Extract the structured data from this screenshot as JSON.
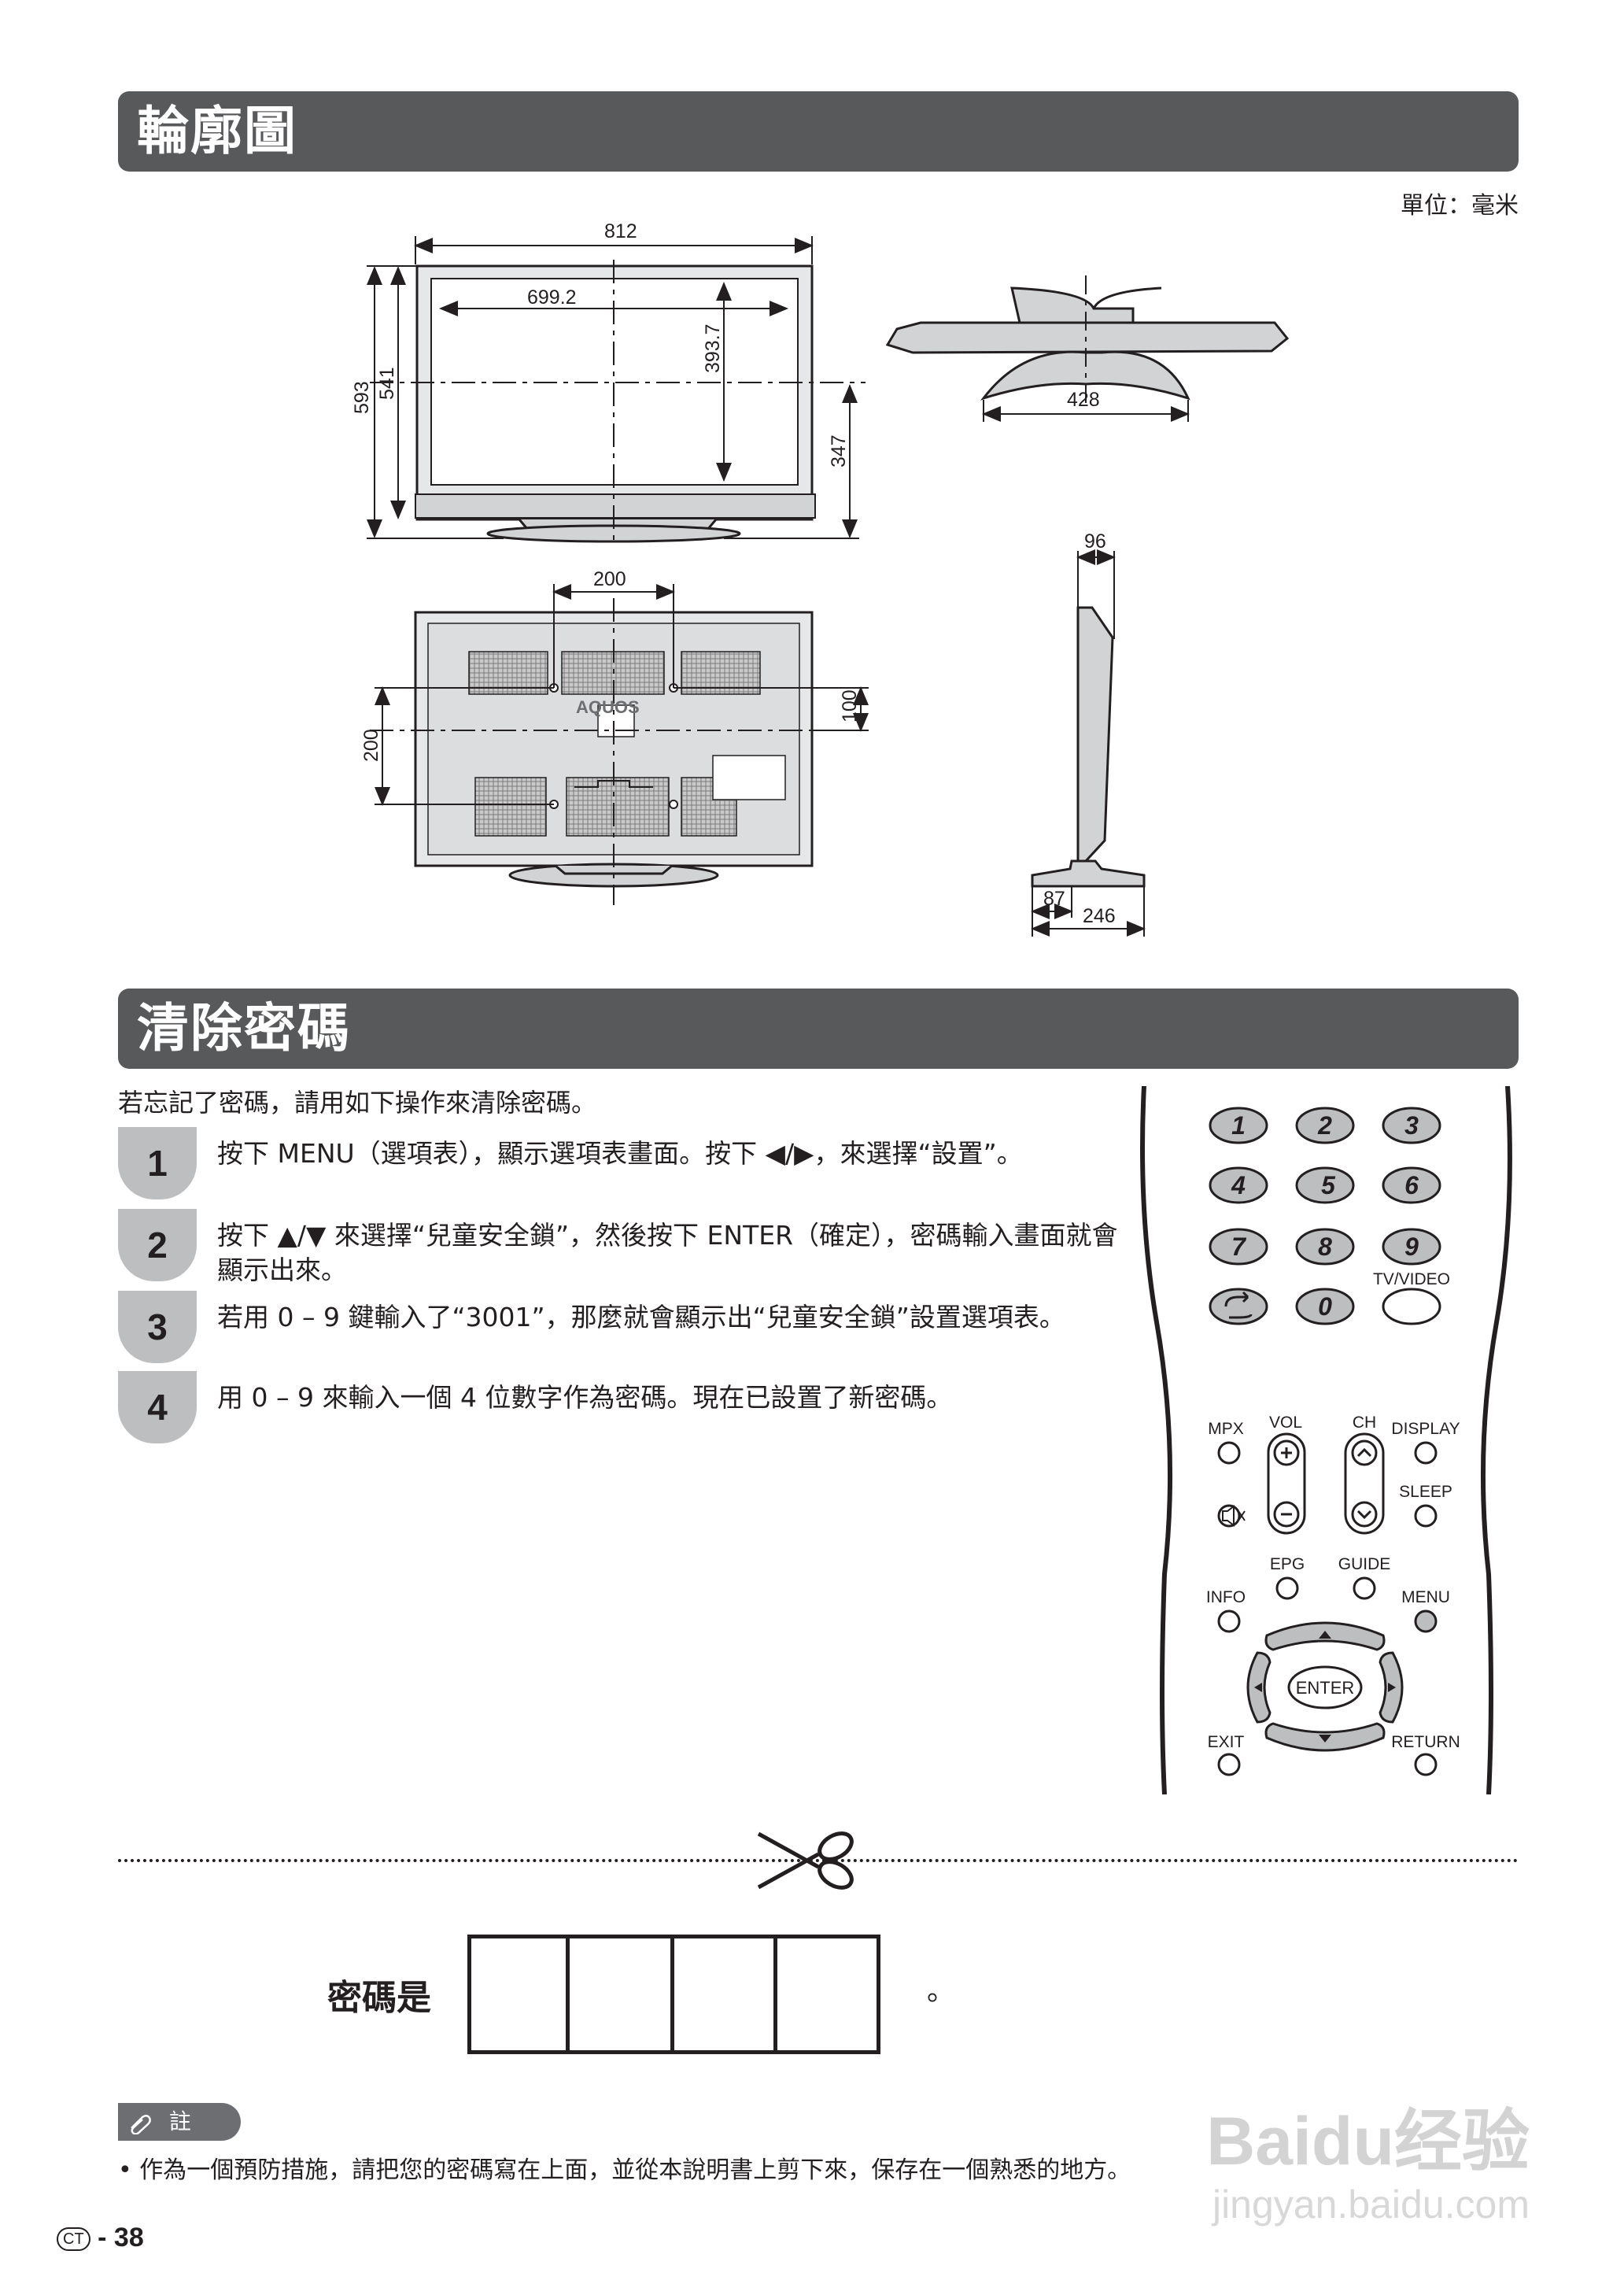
{
  "section1": {
    "title": "輪廓圖",
    "unit_label": "單位：毫米"
  },
  "dimensions": {
    "front_width": "812",
    "screen_width": "699.2",
    "screen_height": "393.7",
    "total_height": "593",
    "body_height": "541",
    "base_height": "347",
    "stand_width": "428",
    "mount_h": "200",
    "mount_v": "200",
    "mount_offset": "100",
    "side_depth": "96",
    "stand_front": "87",
    "stand_depth": "246",
    "brand": "AQUOS"
  },
  "section2": {
    "title": "清除密碼",
    "intro": "若忘記了密碼，請用如下操作來清除密碼。",
    "steps": [
      {
        "num": "1",
        "text": "按下 MENU（選項表），顯示選項表畫面。按下 ◀/▶，來選擇“設置”。"
      },
      {
        "num": "2",
        "text": "按下 ▲/▼ 來選擇“兒童安全鎖”，然後按下 ENTER（確定），密碼輸入畫面就會顯示出來。"
      },
      {
        "num": "3",
        "text": "若用 0 – 9 鍵輸入了“3001”，那麼就會顯示出“兒童安全鎖”設置選項表。"
      },
      {
        "num": "4",
        "text": "用 0 – 9 來輸入一個 4 位數字作為密碼。現在已設置了新密碼。"
      }
    ]
  },
  "remote": {
    "digits": [
      "1",
      "2",
      "3",
      "4",
      "5",
      "6",
      "7",
      "8",
      "9",
      "0"
    ],
    "labels": {
      "tv_video": "TV/VIDEO",
      "mpx": "MPX",
      "vol": "VOL",
      "ch": "CH",
      "display": "DISPLAY",
      "sleep": "SLEEP",
      "epg": "EPG",
      "guide": "GUIDE",
      "info": "INFO",
      "menu": "MENU",
      "enter": "ENTER",
      "exit": "EXIT",
      "return": "RETURN"
    }
  },
  "cutout": {
    "label": "密碼是",
    "period": "。"
  },
  "note": {
    "tab": "註",
    "text": "•  作為一個預防措施，請把您的密碼寫在上面，並從本說明書上剪下來，保存在一個熟悉的地方。"
  },
  "footer": {
    "region": "CT",
    "page": "38"
  },
  "watermark": {
    "line1": "Baidu经验",
    "line2": "jingyan.baidu.com"
  }
}
